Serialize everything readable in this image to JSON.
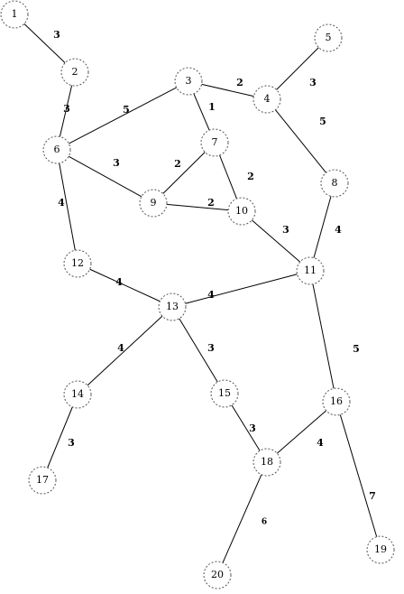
{
  "graph": {
    "nodes": [
      "1",
      "2",
      "3",
      "4",
      "5",
      "6",
      "7",
      "8",
      "9",
      "10",
      "11",
      "12",
      "13",
      "14",
      "15",
      "16",
      "17",
      "18",
      "19",
      "20"
    ],
    "edges": [
      {
        "from": "1",
        "to": "2",
        "weight": "3"
      },
      {
        "from": "2",
        "to": "6",
        "weight": "3"
      },
      {
        "from": "3",
        "to": "6",
        "weight": "5"
      },
      {
        "from": "3",
        "to": "4",
        "weight": "2"
      },
      {
        "from": "3",
        "to": "7",
        "weight": "1"
      },
      {
        "from": "5",
        "to": "4",
        "weight": "3"
      },
      {
        "from": "4",
        "to": "8",
        "weight": "5"
      },
      {
        "from": "6",
        "to": "9",
        "weight": "3"
      },
      {
        "from": "7",
        "to": "9",
        "weight": "2"
      },
      {
        "from": "7",
        "to": "10",
        "weight": "2"
      },
      {
        "from": "9",
        "to": "10",
        "weight": "2"
      },
      {
        "from": "6",
        "to": "12",
        "weight": "4"
      },
      {
        "from": "8",
        "to": "11",
        "weight": "4"
      },
      {
        "from": "10",
        "to": "11",
        "weight": "3"
      },
      {
        "from": "12",
        "to": "13",
        "weight": "4"
      },
      {
        "from": "13",
        "to": "11",
        "weight": "4"
      },
      {
        "from": "11",
        "to": "16",
        "weight": "5"
      },
      {
        "from": "13",
        "to": "14",
        "weight": "4"
      },
      {
        "from": "13",
        "to": "15",
        "weight": "3"
      },
      {
        "from": "14",
        "to": "17",
        "weight": "3"
      },
      {
        "from": "15",
        "to": "18",
        "weight": "3"
      },
      {
        "from": "16",
        "to": "18",
        "weight": "4"
      },
      {
        "from": "16",
        "to": "19",
        "weight": "7"
      },
      {
        "from": "18",
        "to": "20",
        "weight": "6"
      }
    ]
  },
  "colors": {
    "edge": "#000000",
    "node_stroke": "#555555",
    "background": "#ffffff"
  }
}
